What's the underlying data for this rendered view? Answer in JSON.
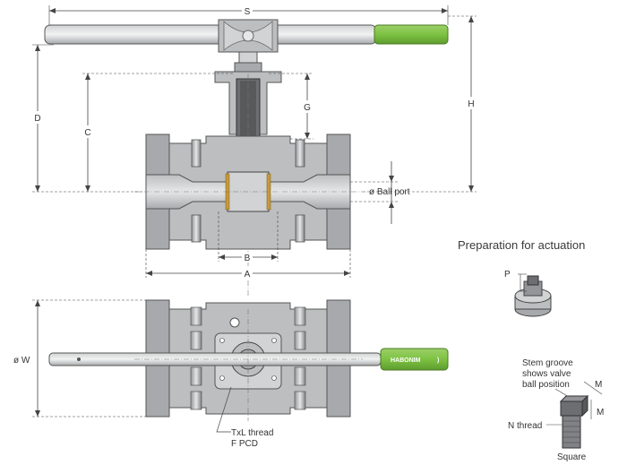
{
  "dimensions": {
    "s": "S",
    "h": "H",
    "d": "D",
    "c": "C",
    "g": "G",
    "a": "A",
    "b": "B",
    "w": "ø W",
    "ball_port": "ø Ball port",
    "p": "P",
    "m_top": "M",
    "m_side": "M"
  },
  "labels": {
    "thread_line1": "TxL thread",
    "thread_line2": "F PCD",
    "preparation_title": "Preparation for actuation",
    "stem_line1": "Stem groove",
    "stem_line2": "shows valve",
    "stem_line3": "ball position",
    "n_thread": "N thread",
    "square": "Square"
  },
  "brand": {
    "logo_text": "HABONIM"
  },
  "colors": {
    "handle_green": "#7dc242",
    "body_grey": "#a7a9ac",
    "body_dark": "#808285",
    "line": "#444444"
  }
}
